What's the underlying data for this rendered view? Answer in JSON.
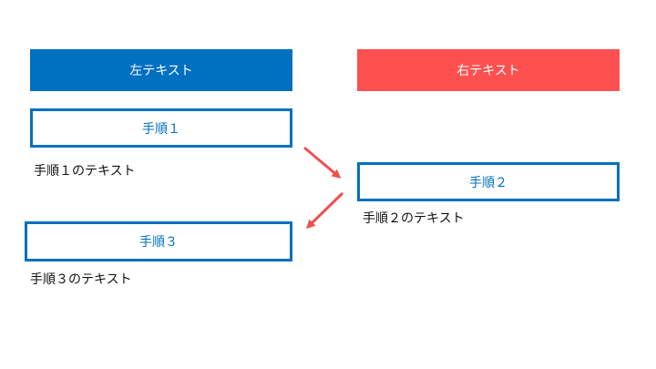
{
  "columns": {
    "left_title": "左テキスト",
    "right_title": "右テキスト"
  },
  "steps": [
    {
      "label": "手順１",
      "text": "手順１のテキスト"
    },
    {
      "label": "手順２",
      "text": "手順２のテキスト"
    },
    {
      "label": "手順３",
      "text": "手順３のテキスト"
    }
  ],
  "colors": {
    "left_accent": "#0070c0",
    "right_accent": "#ff5050",
    "arrow": "#f05050"
  }
}
